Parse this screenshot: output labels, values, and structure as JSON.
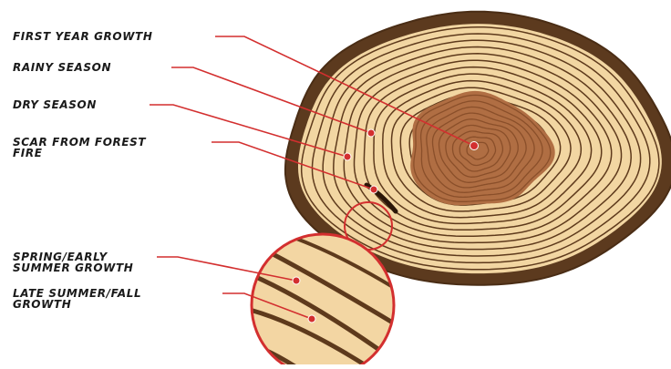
{
  "labels": {
    "first_year": "FIRST YEAR GROWTH",
    "rainy": "RAINY SEASON",
    "dry": "DRY SEASON",
    "scar_line1": "SCAR FROM FOREST",
    "scar_line2": "FIRE",
    "spring_line1": "SPRING/EARLY",
    "spring_line2": "SUMMER GROWTH",
    "late_line1": "LATE SUMMER/FALL",
    "late_line2": "GROWTH"
  },
  "colors": {
    "bark": "#5c3a1e",
    "bark_dark": "#4a2d15",
    "sapwood": "#f2d6a2",
    "heartwood": "#b06e43",
    "ring": "#5e3a1c",
    "leader": "#d32f2f",
    "marker_fill": "#d32f2f",
    "magnifier_bg": "#f3d6a3"
  }
}
